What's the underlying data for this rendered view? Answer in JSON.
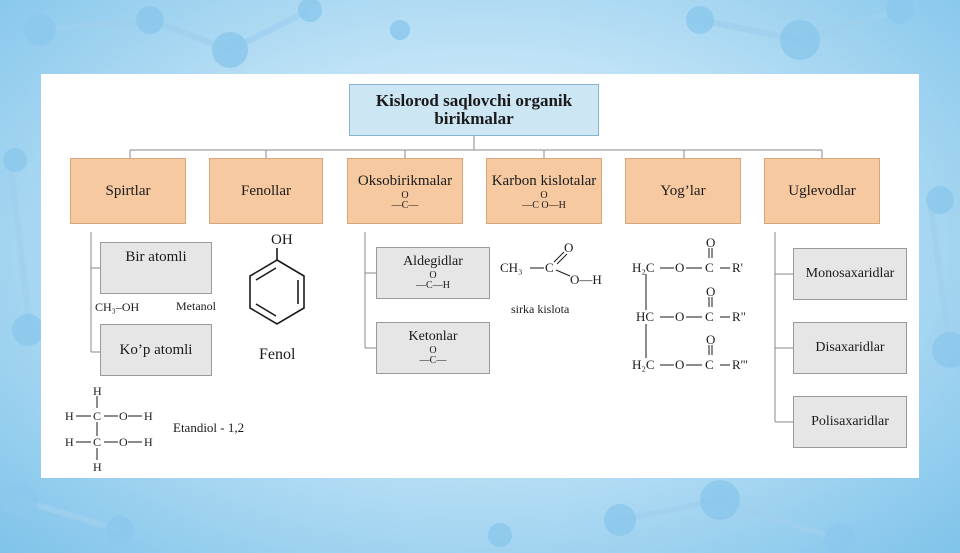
{
  "title": {
    "line1": "Kislorod saqlovchi organik",
    "line2": "birikmalar"
  },
  "categories": {
    "spirtlar": "Spirtlar",
    "fenollar": "Fenollar",
    "oksobirikmalar": "Oksobirikmalar",
    "karbon": "Karbon kislotalar",
    "yoglar": "Yog’lar",
    "uglevodlar": "Uglevodlar"
  },
  "spirtlar": {
    "bir_atomli": "Bir atomli",
    "kop_atomli": "Ko’p atomli",
    "example_formula": "CH₃–OH",
    "example_name": "Metanol",
    "diol_name": "Etandiol - 1,2",
    "diol_atoms": {
      "h": "H",
      "c": "C",
      "o": "O"
    }
  },
  "fenollar": {
    "oh": "OH",
    "name": "Fenol"
  },
  "oksobirikmalar": {
    "group": "—C—",
    "o": "O",
    "aldegidlar": "Aldegidlar",
    "aldehyde_group": "—C—H",
    "ketonlar": "Ketonlar",
    "ketone_group": "—C—"
  },
  "karbon": {
    "o": "O",
    "group": "—C",
    "oh": "O—H",
    "acid_ch3": "CH₃",
    "acid_c": "C",
    "acid_oh": "O—H",
    "acid_name": "sirka kislota"
  },
  "yoglar": {
    "h2c": "H₂C",
    "hc": "HC",
    "o": "O",
    "c": "C",
    "r1": "R'",
    "r2": "R\"",
    "r3": "R'''"
  },
  "uglevodlar": {
    "mono": "Monosaxaridlar",
    "di": "Disaxaridlar",
    "poli": "Polisaxaridlar"
  },
  "colors": {
    "title_fill": "#cde6f4",
    "category_fill": "#f6c9a1",
    "sub_fill": "#e6e6e6"
  }
}
